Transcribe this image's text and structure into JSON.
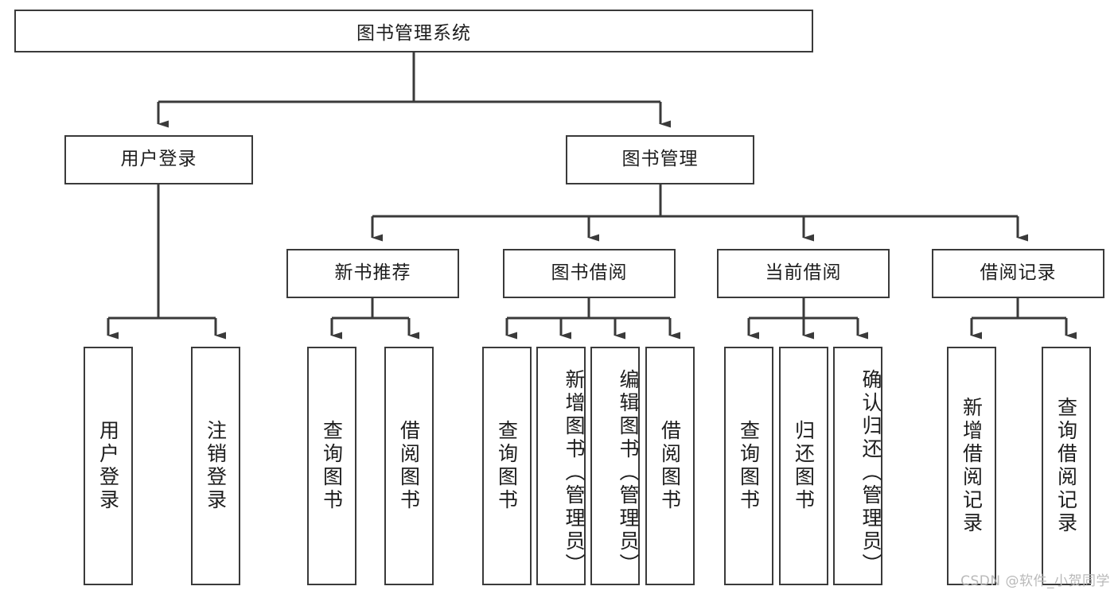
{
  "diagram": {
    "title": "图书管理系统",
    "type": "functional-hierarchy-tree",
    "root": {
      "label": "图书管理系统"
    },
    "level2": [
      {
        "label": "用户登录"
      },
      {
        "label": "图书管理"
      }
    ],
    "level3": [
      {
        "label": "新书推荐"
      },
      {
        "label": "图书借阅"
      },
      {
        "label": "当前借阅"
      },
      {
        "label": "借阅记录"
      }
    ],
    "leaves": {
      "user_login": [
        {
          "label": "用户登录"
        },
        {
          "label": "注销登录"
        }
      ],
      "new_book_recommend": [
        {
          "label": "查询图书"
        },
        {
          "label": "借阅图书"
        }
      ],
      "book_borrow": [
        {
          "label": "查询图书"
        },
        {
          "label": "新增图书（管理员）"
        },
        {
          "label": "编辑图书（管理员）"
        },
        {
          "label": "借阅图书"
        }
      ],
      "current_borrow": [
        {
          "label": "查询图书"
        },
        {
          "label": "归还图书"
        },
        {
          "label": "确认归还（管理员）"
        }
      ],
      "borrow_record": [
        {
          "label": "新增借阅记录"
        },
        {
          "label": "查询借阅记录"
        }
      ]
    }
  },
  "watermark": {
    "text": "CSDN @软件_小贺同学"
  },
  "colors": {
    "stroke": "#3a3a3a",
    "text": "#1d1d1d",
    "background": "#ffffff",
    "watermark": "#b9b9b9"
  }
}
